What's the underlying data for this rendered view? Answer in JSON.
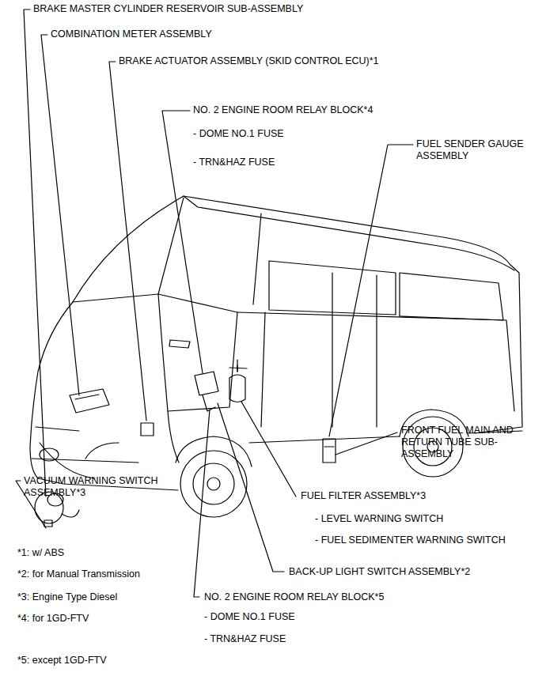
{
  "diagram": {
    "labels": [
      "BRAKE MASTER CYLINDER RESERVOIR SUB-ASSEMBLY",
      "COMBINATION METER ASSEMBLY",
      "BRAKE ACTUATOR ASSEMBLY (SKID CONTROL ECU)*1",
      "NO. 2 ENGINE ROOM RELAY BLOCK*4",
      "- DOME NO.1 FUSE",
      "- TRN&HAZ FUSE",
      "FUEL SENDER GAUGE ASSEMBLY",
      "FRONT FUEL MAIN AND RETURN TUBE SUB-ASSEMBLY",
      "VACUUM WARNING SWITCH ASSEMBLY*3",
      "FUEL FILTER ASSEMBLY*3",
      "- LEVEL WARNING SWITCH",
      "- FUEL SEDIMENTER WARNING SWITCH",
      "*1: w/ ABS",
      "*2: for Manual Transmission",
      "BACK-UP LIGHT SWITCH ASSEMBLY*2",
      "*3: Engine Type Diesel",
      "*4: for 1GD-FTV",
      "NO. 2 ENGINE ROOM RELAY BLOCK*5",
      "- DOME NO.1 FUSE",
      "- TRN&HAZ FUSE",
      "*5: except 1GD-FTV"
    ]
  }
}
